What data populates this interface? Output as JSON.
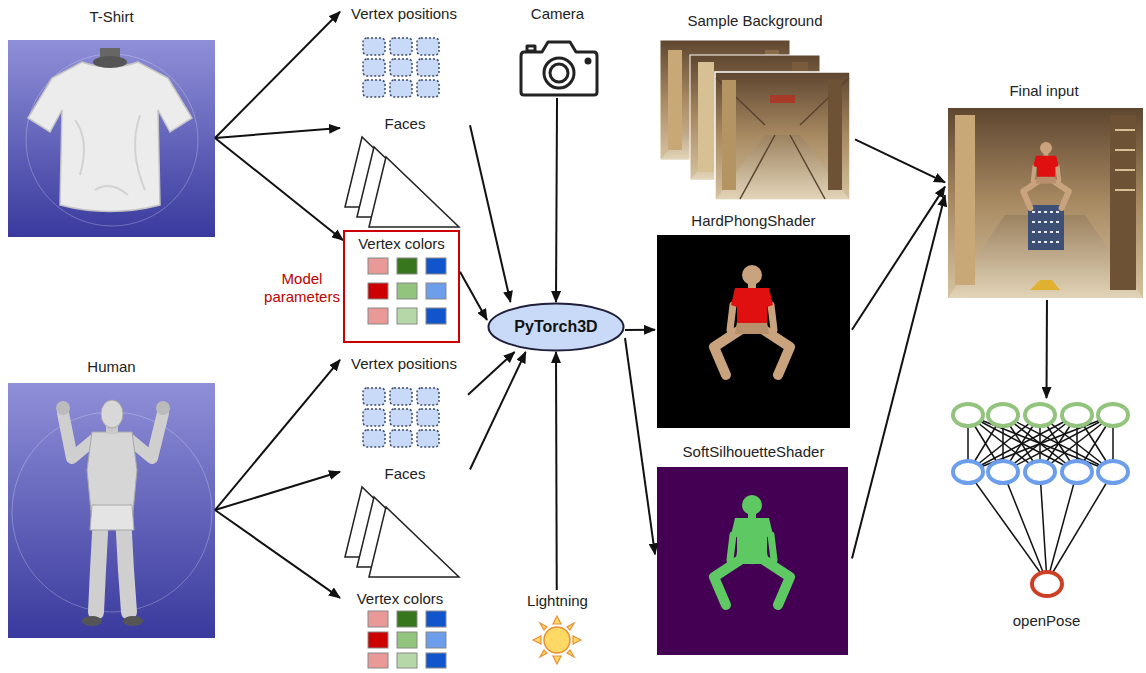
{
  "diagram": {
    "nodes": [
      {
        "text": [
          "T-Shirt"
        ]
      },
      {
        "text": [
          "Vertex positions"
        ]
      },
      {
        "text": [
          "Faces"
        ]
      },
      {
        "text": [
          "Vertex colors"
        ]
      },
      {
        "text": [
          "Human"
        ]
      },
      {
        "text": [
          "Vertex positions"
        ]
      },
      {
        "text": [
          "Faces"
        ]
      },
      {
        "text": [
          "Vertex colors"
        ]
      },
      {
        "text": [
          "Camera"
        ]
      },
      {
        "text": [
          "Lightning"
        ]
      },
      {
        "text": [
          "PyTorch3D"
        ]
      },
      {
        "text": [
          "Sample Background"
        ]
      },
      {
        "text": [
          "HardPhongShader"
        ]
      },
      {
        "text": [
          "SoftSilhouetteShader"
        ]
      },
      {
        "text": [
          "Final input"
        ]
      },
      {
        "text": [
          "openPose"
        ]
      }
    ],
    "edges": [
      {
        "from": 0,
        "to": 1,
        "arrow": "to"
      },
      {
        "from": 0,
        "to": 2,
        "arrow": "to"
      },
      {
        "from": 0,
        "to": 3,
        "arrow": "to"
      },
      {
        "from": 4,
        "to": 5,
        "arrow": "to"
      },
      {
        "from": 4,
        "to": 6,
        "arrow": "to"
      },
      {
        "from": 4,
        "to": 7,
        "arrow": "to"
      },
      {
        "from": 2,
        "to": 10,
        "arrow": "to"
      },
      {
        "from": 3,
        "to": 10,
        "arrow": "to"
      },
      {
        "from": 5,
        "to": 10,
        "arrow": "to"
      },
      {
        "from": 6,
        "to": 10,
        "arrow": "to"
      },
      {
        "from": 8,
        "to": 10,
        "arrow": "to"
      },
      {
        "from": 9,
        "to": 10,
        "arrow": "to"
      },
      {
        "from": 10,
        "to": 12,
        "arrow": "to"
      },
      {
        "from": 10,
        "to": 13,
        "arrow": "to"
      },
      {
        "from": 11,
        "to": 14,
        "arrow": "to"
      },
      {
        "from": 12,
        "to": 14,
        "arrow": "to"
      },
      {
        "from": 13,
        "to": 14,
        "arrow": "to"
      },
      {
        "from": 14,
        "to": 15,
        "arrow": "to"
      }
    ],
    "labels": [
      "Model parameters"
    ]
  }
}
